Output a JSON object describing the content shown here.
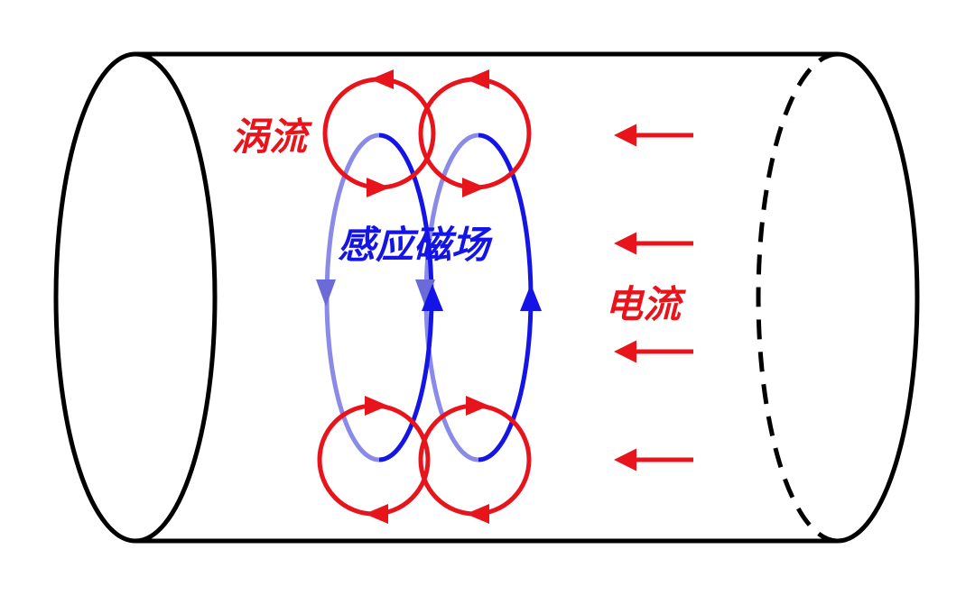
{
  "labels": {
    "eddy_current": "涡流",
    "induced_field": "感应磁场",
    "current": "电流"
  },
  "colors": {
    "eddy": "#e8141c",
    "field": "#1414e6",
    "field_faded": "#8a8ae8",
    "outline": "#000000"
  }
}
